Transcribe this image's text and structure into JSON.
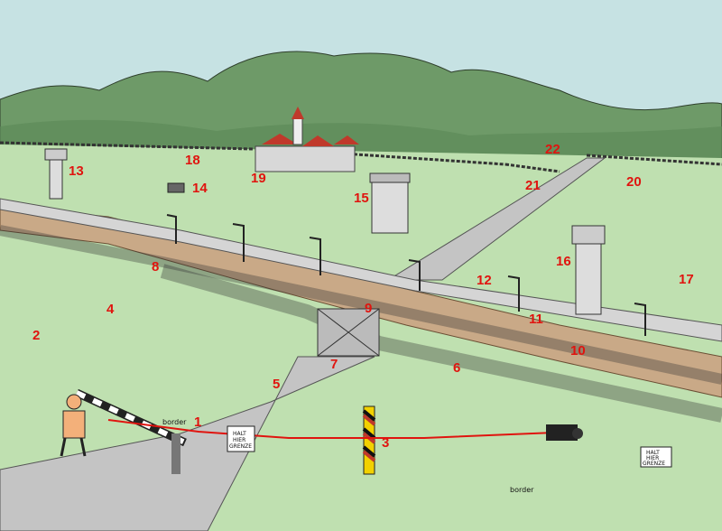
{
  "labels": {
    "n1": "1",
    "n2": "2",
    "n3": "3",
    "n4": "4",
    "n5": "5",
    "n6": "6",
    "n7": "7",
    "n8": "8",
    "n9": "9",
    "n10": "10",
    "n11": "11",
    "n12": "12",
    "n13": "13",
    "n14": "14",
    "n15": "15",
    "n16": "16",
    "n17": "17",
    "n18": "18",
    "n19": "19",
    "n20": "20",
    "n21": "21",
    "n22": "22"
  },
  "signs": {
    "warning_line1": "HALT",
    "warning_line2": "HIER",
    "warning_line3": "GRENZE",
    "small_line1": "HALT",
    "small_line2": "HIER",
    "small_line3": "GRENZE"
  },
  "border_markers": {
    "upper": "border",
    "lower": "border"
  },
  "colors": {
    "sky": "#c6e2e3",
    "hills": "#6e9a68",
    "grass": "#bfe0b0",
    "road": "#c4c4c4",
    "strip": "#c9a987",
    "label": "#e0140f",
    "laser": "#e0140f"
  }
}
